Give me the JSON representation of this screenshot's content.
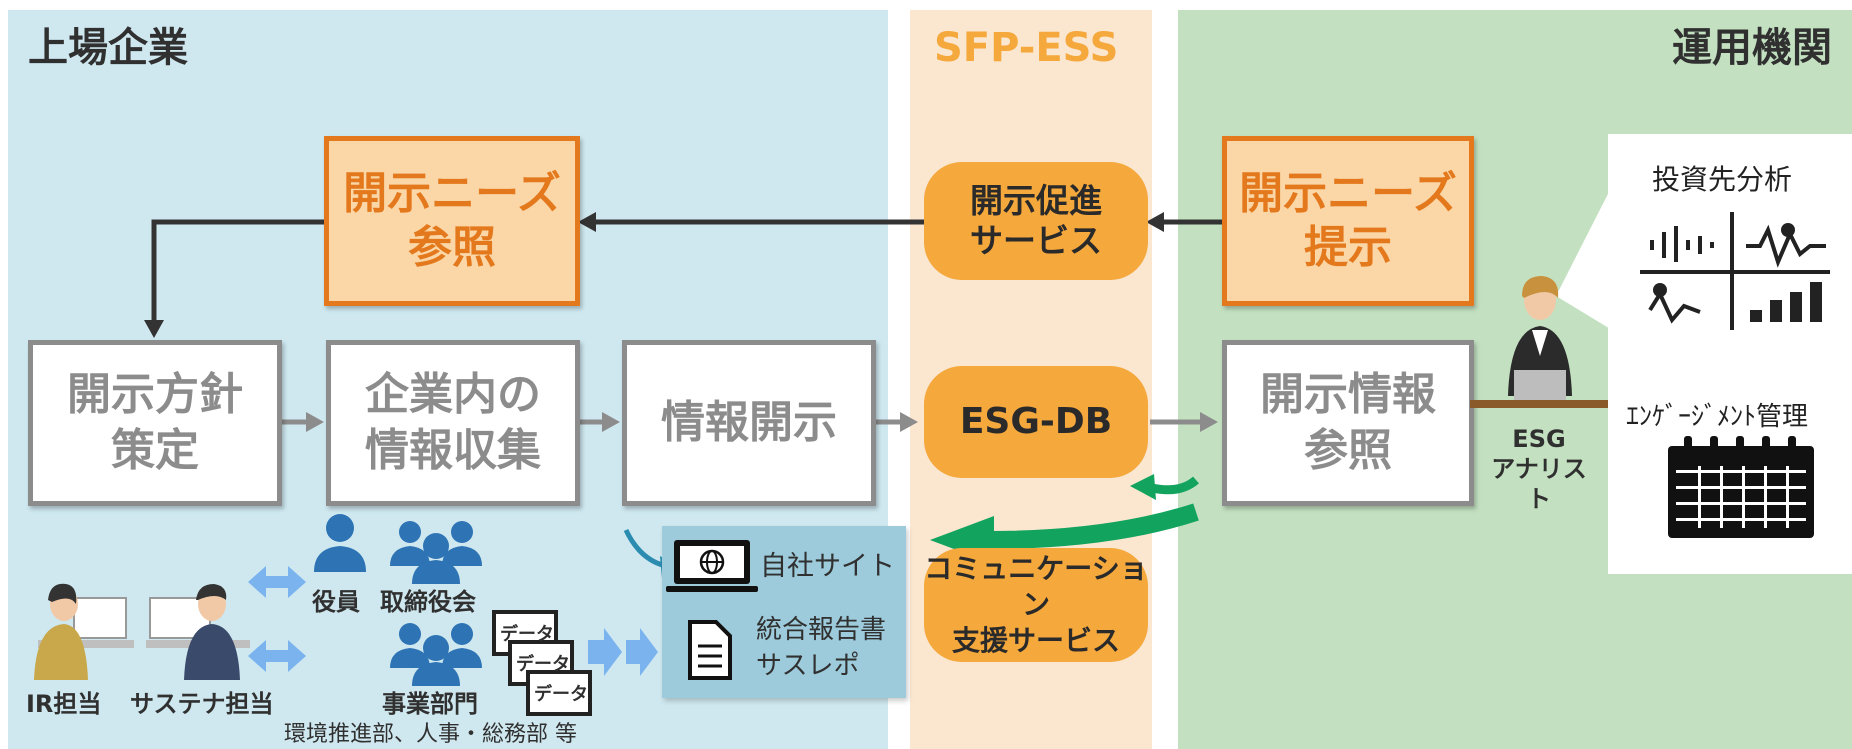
{
  "sections": {
    "company": "上場企業",
    "sfp": "SFP-ESS",
    "investor": "運用機関"
  },
  "boxes": {
    "needs_ref": "開示ニーズ\n参照",
    "policy": "開示方針\n策定",
    "collect": "企業内の\n情報収集",
    "disclose": "情報開示",
    "needs_present": "開示ニーズ\n提示",
    "info_ref": "開示情報\n参照"
  },
  "services": {
    "promote": "開示促進\nサービス",
    "esgdb": "ESG-DB",
    "comm": "コミュニケーション\n支援サービス"
  },
  "people": {
    "exec": "役員",
    "board": "取締役会",
    "biz": "事業部門",
    "biz_note": "環境推進部、人事・総務部 等",
    "ir": "IR担当",
    "sustain": "サステナ担当",
    "analyst": "ESG\nアナリスト"
  },
  "data_tags": [
    "データ",
    "データ",
    "データ"
  ],
  "channels": {
    "site": "自社サイト",
    "report": "統合報告書\nサスレポ"
  },
  "analyst_panel": {
    "analysis": "投資先分析",
    "engagement": "ｴﾝｹﾞｰｼﾞﾒﾝﾄ管理"
  },
  "colors": {
    "company_bg": "#cfe8f0",
    "sfp_bg": "#fbe6d0",
    "investor_bg": "#c3e1c1",
    "accent_orange": "#e3791c",
    "pill_orange": "#f5a83c",
    "green_arrow": "#12a35e",
    "person_blue": "#2e74b5"
  }
}
